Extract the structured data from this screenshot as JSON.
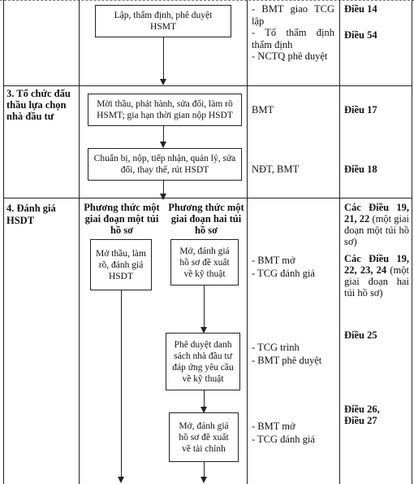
{
  "row1": {
    "box": "Lập, thẩm định, phê duyệt HSMT",
    "resp1": "- BMT giao TCG lập",
    "resp2": "- Tổ thẩm định thẩm định",
    "resp3": "- NCTQ phê duyệt",
    "article1": "Điều 14",
    "article2": "Điều 54"
  },
  "row2": {
    "step": "3. Tổ chức đấu thầu lựa chọn nhà đầu tư",
    "box1": "Mời thầu, phát hành, sửa đổi, làm rõ HSMT; gia hạn thời gian nộp HSDT",
    "box2": "Chuẩn bị, nộp, tiếp nhận, quản lý, sửa đổi, thay thế, rút HSDT",
    "resp1": "BMT",
    "resp2": "NĐT, BMT",
    "article1": "Điều 17",
    "article2": "Điều 18"
  },
  "row3": {
    "step": "4. Đánh giá HSDT",
    "method1": "Phương thức một giai đoạn một túi hồ sơ",
    "method2": "Phương thức một giai đoạn hai túi hồ sơ",
    "box_left": "Mở thầu, làm rõ, đánh giá HSDT",
    "box_tech": "Mở, đánh giá hồ sơ đề xuất về kỹ thuật",
    "box_approve": "Phê duyệt danh sách nhà đầu tư đáp ứng yêu cầu về kỹ thuật",
    "box_fin": "Mở, đánh giá hồ sơ đề xuất về tài chính",
    "resp1": "- BMT mở",
    "resp2": "- TCG đánh giá",
    "resp3": "- TCG trình",
    "resp4": "- BMT phê duyệt",
    "resp5": "- BMT mở",
    "resp6": "- TCG đánh giá",
    "article1_bold": "Các Điều 19, 21, 22 ",
    "article1_rest": "(một giai đoạn một túi hồ sơ)",
    "article2_bold": "Các Điều 19, 22, 23, 24 ",
    "article2_rest": "(một giai đoạn hai túi hồ sơ)",
    "article3": "Điều 25",
    "article4": "Điều 26, Điều 27"
  }
}
